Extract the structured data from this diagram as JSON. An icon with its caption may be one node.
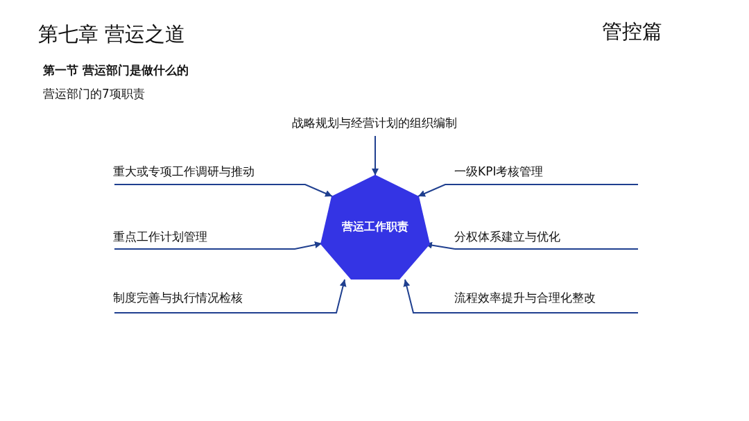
{
  "diagram": {
    "title": "第七章 营运之道",
    "nodes": [
      {
        "text": [
          "战略规划与经营计划的组织编制"
        ]
      },
      {
        "text": [
          "重大或专项工作调研与推动"
        ]
      },
      {
        "text": [
          "一级KPI考核管理"
        ]
      },
      {
        "text": [
          "营运工作职责"
        ]
      },
      {
        "text": [
          "重点工作计划管理"
        ]
      },
      {
        "text": [
          "分权体系建立与优化"
        ]
      },
      {
        "text": [
          "制度完善与执行情况检核"
        ]
      },
      {
        "text": [
          "流程效率提升与合理化整改"
        ]
      }
    ],
    "edges": [
      {
        "from": 0,
        "to": 3,
        "arrow": "to"
      },
      {
        "from": 1,
        "to": 3,
        "arrow": "to"
      },
      {
        "from": 2,
        "to": 3,
        "arrow": "to"
      },
      {
        "from": 4,
        "to": 3,
        "arrow": "to"
      },
      {
        "from": 5,
        "to": 3,
        "arrow": "to"
      },
      {
        "from": 6,
        "to": 3,
        "arrow": "to"
      },
      {
        "from": 7,
        "to": 3,
        "arrow": "to"
      }
    ],
    "labels": [
      "管控篇",
      "第一节  营运部门是做什么的",
      "营运部门的7项职责"
    ]
  }
}
